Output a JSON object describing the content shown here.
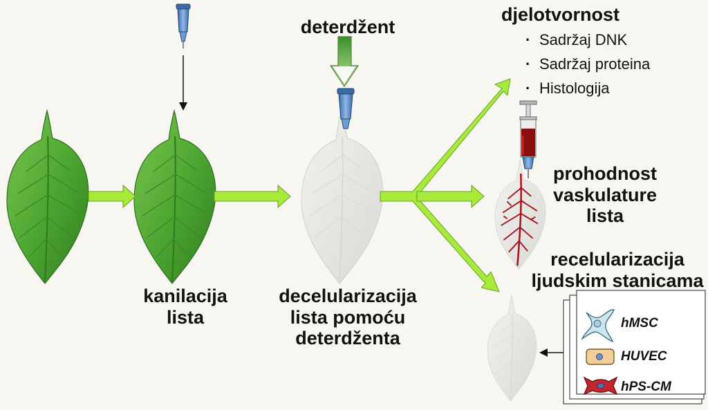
{
  "steps": {
    "cannulation": [
      "kanilacija",
      "lista"
    ],
    "decellularization": [
      "decelularizacija",
      "lista pomoću",
      "deterdženta"
    ]
  },
  "detergent_label": "deterdžent",
  "outcomes": {
    "efficacy": {
      "title": "djelotvornost",
      "items": [
        "Sadržaj DNK",
        "Sadržaj proteina",
        "Histologija"
      ]
    },
    "patency": [
      "prohodnost",
      "vaskulature",
      "lista"
    ],
    "recellularization": [
      "recelularizacija",
      "ljudskim stanicama"
    ]
  },
  "cells": [
    {
      "label": "hMSC",
      "icon": "mesenchymal-stem-cell-icon"
    },
    {
      "label": "HUVEC",
      "icon": "endothelial-cell-icon"
    },
    {
      "label": "hPS-CM",
      "icon": "cardiomyocyte-icon"
    }
  ],
  "colors": {
    "background": "#f7f6f1",
    "leaf_green": "#4fa832",
    "arrow_green": "#a6ea3a",
    "decellularized_leaf": "#e6e6e3",
    "perfused_vessel": "#a6121b",
    "needle_blue": "#5c8fc9"
  }
}
